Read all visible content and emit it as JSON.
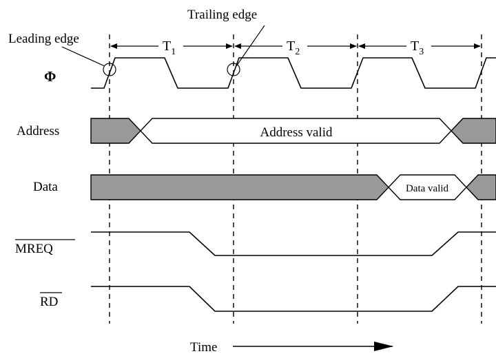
{
  "annotations": {
    "leading_edge": "Leading edge",
    "trailing_edge": "Trailing edge"
  },
  "periods": [
    {
      "label": "T",
      "sub": "1"
    },
    {
      "label": "T",
      "sub": "2"
    },
    {
      "label": "T",
      "sub": "3"
    }
  ],
  "signals": {
    "clock": "Φ",
    "address": "Address",
    "data": "Data",
    "mreq": "MREQ",
    "rd": "RD"
  },
  "bus_labels": {
    "address_valid": "Address valid",
    "data_valid": "Data valid"
  },
  "time_label": "Time",
  "colors": {
    "invalid_fill": "#999999",
    "line": "#000000",
    "background": "#ffffff"
  }
}
